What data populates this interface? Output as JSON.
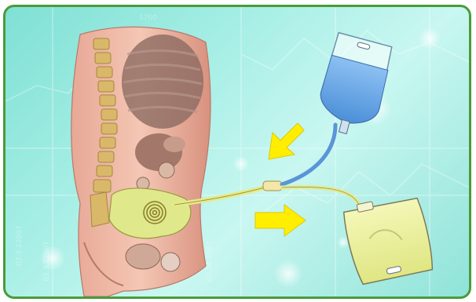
{
  "background_tick_labels": [
    "1700",
    "02.3.22007",
    "02.3.22007",
    "02.24.2007"
  ],
  "colors": {
    "frame_border": "#4a9b3a",
    "background": "#9fe9df",
    "dialysate_fresh": "#6aa7e6",
    "dialysate_used": "#eef39a",
    "arrow": "#ffee00",
    "skin": "#f0b9a4",
    "spine": "#d9b86a",
    "peritoneal_fluid": "#dfe88a"
  },
  "icons": {
    "fresh_bag": "iv-bag-icon",
    "drain_bag": "drain-bag-icon",
    "inflow_arrow": "arrow-inflow-icon",
    "outflow_arrow": "arrow-outflow-icon"
  }
}
